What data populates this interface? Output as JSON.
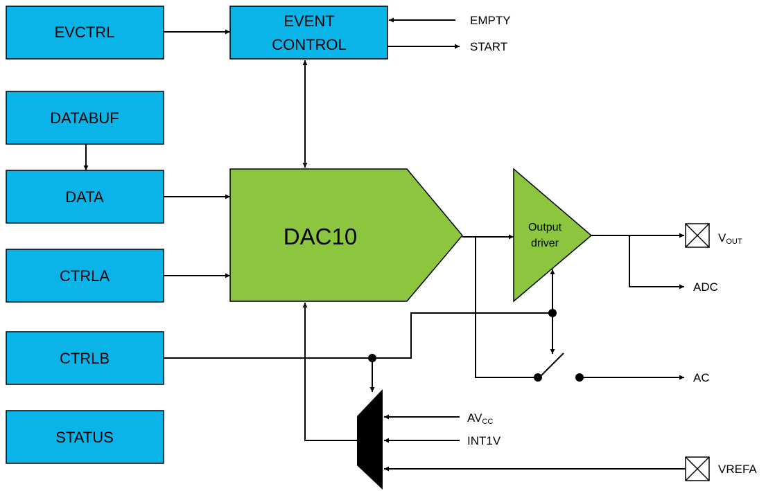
{
  "colors": {
    "register_fill": "#0bb4e8",
    "block_fill": "#8cc63f",
    "line": "#000000",
    "background": "#ffffff"
  },
  "registers": {
    "evctrl": "EVCTRL",
    "databuf": "DATABUF",
    "data": "DATA",
    "ctrla": "CTRLA",
    "ctrlb": "CTRLB",
    "status": "STATUS"
  },
  "event_control": {
    "line1": "EVENT",
    "line2": "CONTROL"
  },
  "dac_label": "DAC10",
  "output_driver": {
    "line1": "Output",
    "line2": "driver"
  },
  "signals": {
    "empty": "EMPTY",
    "start": "START",
    "vout_main": "V",
    "vout_sub": "OUT",
    "adc": "ADC",
    "ac": "AC",
    "avcc_main": "AV",
    "avcc_sub": "CC",
    "int1v": "INT1V",
    "vrefa": "VREFA"
  }
}
